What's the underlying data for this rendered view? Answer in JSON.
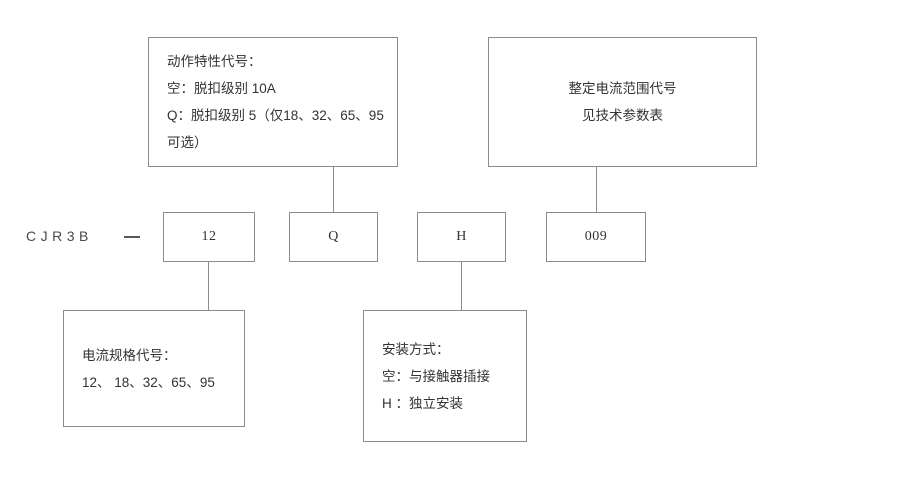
{
  "diagram": {
    "series_label": "CJR3B",
    "separator": "—",
    "code_boxes": [
      {
        "name": "current-rating-code",
        "value": "12"
      },
      {
        "name": "trip-characteristic-code",
        "value": "Q"
      },
      {
        "name": "mounting-type-code",
        "value": "H"
      },
      {
        "name": "setting-current-range-code",
        "value": "009"
      }
    ],
    "callouts": {
      "trip_characteristic": {
        "lines": [
          "动作特性代号：",
          "空：脱扣级别 10A",
          "Q：脱扣级别 5（仅18、32、65、95",
          "可选）"
        ]
      },
      "setting_current_range": {
        "lines": [
          "整定电流范围代号",
          "见技术参数表"
        ]
      },
      "current_rating": {
        "lines": [
          "电流规格代号：",
          "12、 18、32、65、95"
        ]
      },
      "mounting_type": {
        "lines": [
          "安装方式：",
          "空：与接触器插接",
          "H ：独立安装"
        ]
      }
    },
    "colors": {
      "border": "#8c8c8c",
      "text": "#333333",
      "background": "#ffffff"
    }
  }
}
